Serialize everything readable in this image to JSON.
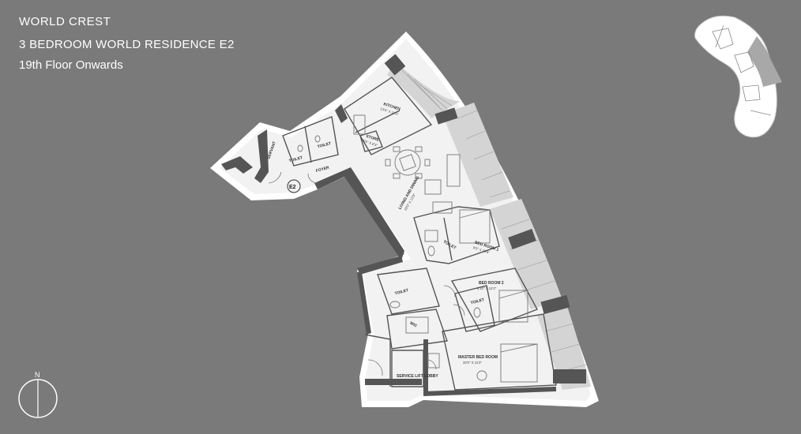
{
  "header": {
    "project": "WORLD CREST",
    "unit_type": "3 BEDROOM WORLD RESIDENCE E2",
    "floors": "19th Floor Onwards"
  },
  "compass": {
    "north_label": "N"
  },
  "unit_marker": "E2",
  "rooms": {
    "kitchen": {
      "name": "KITCHEN",
      "dims": "13'0\" X 11'3\""
    },
    "store": {
      "name": "STORE",
      "dims": "5'5\" X 8'3\""
    },
    "servant": {
      "name": "SERVANT"
    },
    "toilet_servant": {
      "name": "TOILET"
    },
    "toilet_powder": {
      "name": "TOILET"
    },
    "foyer": {
      "name": "FOYER"
    },
    "living_dining": {
      "name": "LIVING AND DINING",
      "dims": "29'0\" X 13'3\""
    },
    "bedroom1": {
      "name": "BED ROOM 1",
      "dims": "9'5\" X 10'6\""
    },
    "toilet_bed1": {
      "name": "TOILET"
    },
    "bedroom2": {
      "name": "BED ROOM 2",
      "dims": "8'10\" X 12'2\""
    },
    "toilet_bed2": {
      "name": "TOILET"
    },
    "toilet_master": {
      "name": "TOILET"
    },
    "wic": {
      "name": "WIC"
    },
    "master_bedroom": {
      "name": "MASTER BED ROOM",
      "dims": "20'0\" X 11'3\""
    },
    "service_lift_lobby": {
      "name": "SERVICE LIFT LOBBY"
    }
  },
  "colors": {
    "background": "#7a7a7a",
    "site_outline": "#ffffff",
    "floor": "#f2f2f2",
    "wall": "#555555",
    "balcony": "#d4d4d4",
    "key_plan_fill": "#ffffff",
    "key_plan_highlight": "#a8a8a8"
  }
}
